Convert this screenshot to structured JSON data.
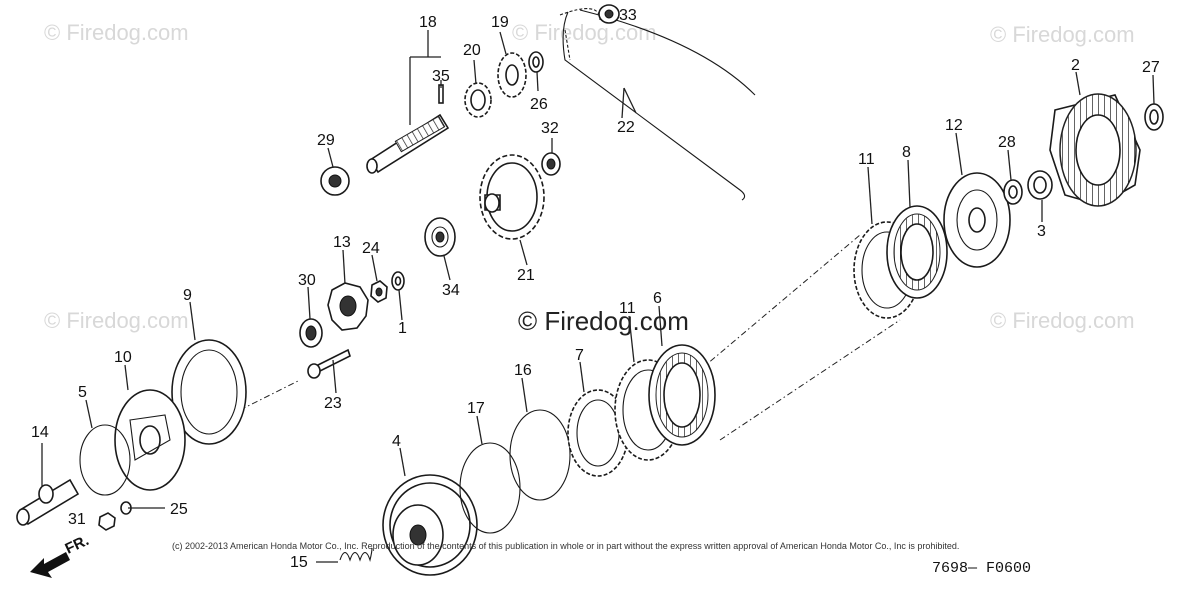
{
  "watermarks": {
    "top_left": "© Firedog.com",
    "top_center": "© Firedog.com",
    "top_right": "© Firedog.com",
    "mid_left": "© Firedog.com",
    "mid_center": "© Firedog.com",
    "mid_right": "© Firedog.com"
  },
  "part_labels": {
    "p1": "1",
    "p2": "2",
    "p3": "3",
    "p4": "4",
    "p5": "5",
    "p6": "6",
    "p7": "7",
    "p8": "8",
    "p9": "9",
    "p10": "10",
    "p11a": "11",
    "p11b": "11",
    "p12": "12",
    "p13": "13",
    "p14": "14",
    "p15": "15",
    "p16": "16",
    "p17": "17",
    "p18": "18",
    "p19": "19",
    "p20": "20",
    "p21": "21",
    "p22": "22",
    "p23": "23",
    "p24": "24",
    "p25": "25",
    "p26": "26",
    "p27": "27",
    "p28": "28",
    "p29": "29",
    "p30": "30",
    "p31": "31",
    "p32": "32",
    "p33": "33",
    "p34": "34",
    "p35": "35"
  },
  "copyright": "(c) 2002-2013 American Honda Motor Co., Inc. Reproduction of the contents of this publication in whole or in part without the express written approval of American Honda Motor Co., Inc is prohibited.",
  "direction_label": "FR.",
  "diagram_code": "7698— F0600"
}
